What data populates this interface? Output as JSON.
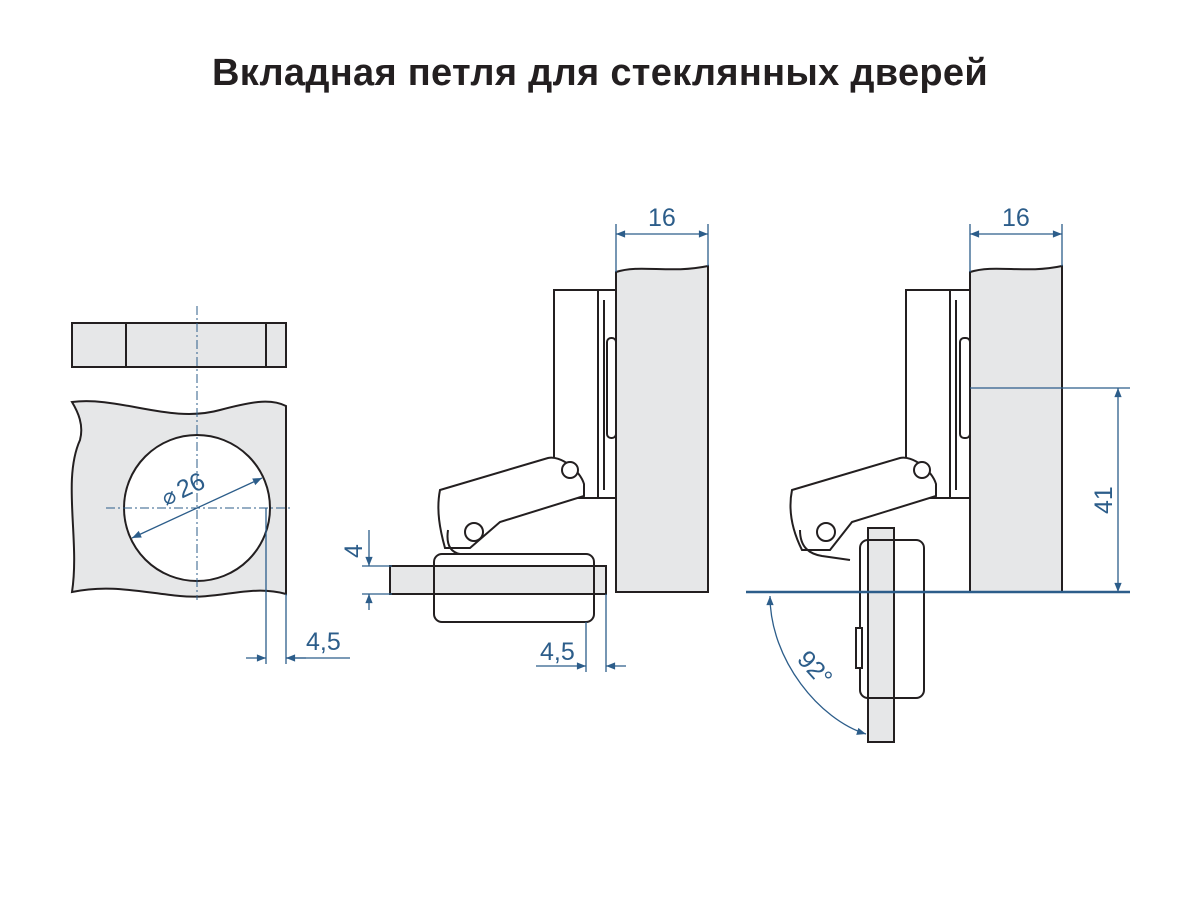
{
  "title": "Вкладная петля для стеклянных дверей",
  "dimensions": {
    "diameter": "26",
    "diameter_symbol": "⌀",
    "offset_left": "4,5",
    "overlay_height": "4",
    "offset_middle": "4,5",
    "width_middle": "16",
    "width_right": "16",
    "height_right": "41",
    "opening_angle": "92°"
  },
  "colors": {
    "dimension": "#2c5d8a",
    "part_fill": "#e6e7e8",
    "outline": "#231f20"
  }
}
